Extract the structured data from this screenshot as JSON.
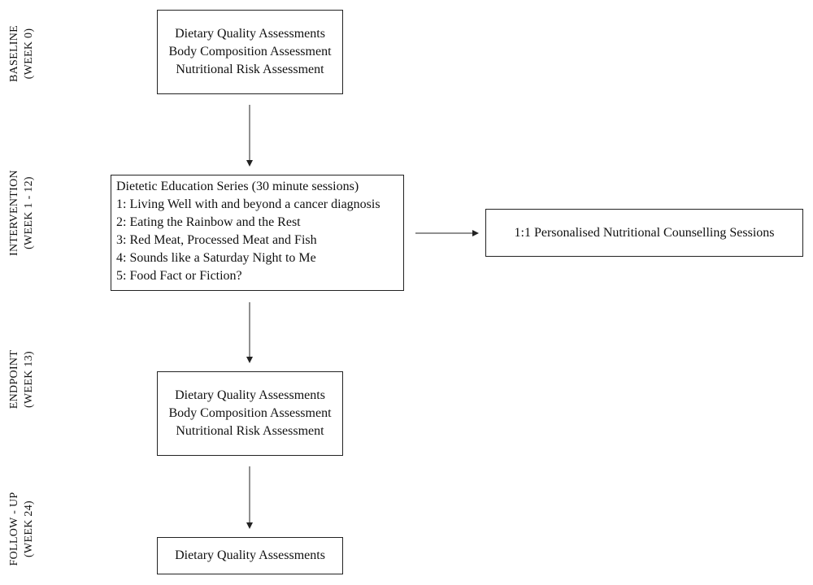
{
  "stages": [
    {
      "name": "BASELINE",
      "sub": "(WEEK 0)"
    },
    {
      "name": "INTERVENTION",
      "sub": "(WEEK 1 - 12)"
    },
    {
      "name": "ENDPOINT",
      "sub": "(WEEK 13)"
    },
    {
      "name": "FOLLOW - UP",
      "sub": "(WEEK 24)"
    }
  ],
  "baseline_box": {
    "lines": [
      "Dietary Quality Assessments",
      "Body Composition Assessment",
      "Nutritional Risk Assessment"
    ]
  },
  "intervention_box": {
    "title": "Dietetic Education Series (30 minute sessions)",
    "sessions": [
      "1: Living Well with and beyond a cancer diagnosis",
      "2: Eating the Rainbow and the Rest",
      "3: Red Meat, Processed Meat and Fish",
      "4: Sounds like a Saturday Night to Me",
      "5: Food Fact or Fiction?"
    ]
  },
  "counselling_box": {
    "text": "1:1 Personalised Nutritional Counselling Sessions"
  },
  "endpoint_box": {
    "lines": [
      "Dietary Quality Assessments",
      "Body Composition Assessment",
      "Nutritional Risk Assessment"
    ]
  },
  "followup_box": {
    "text": "Dietary Quality Assessments"
  }
}
